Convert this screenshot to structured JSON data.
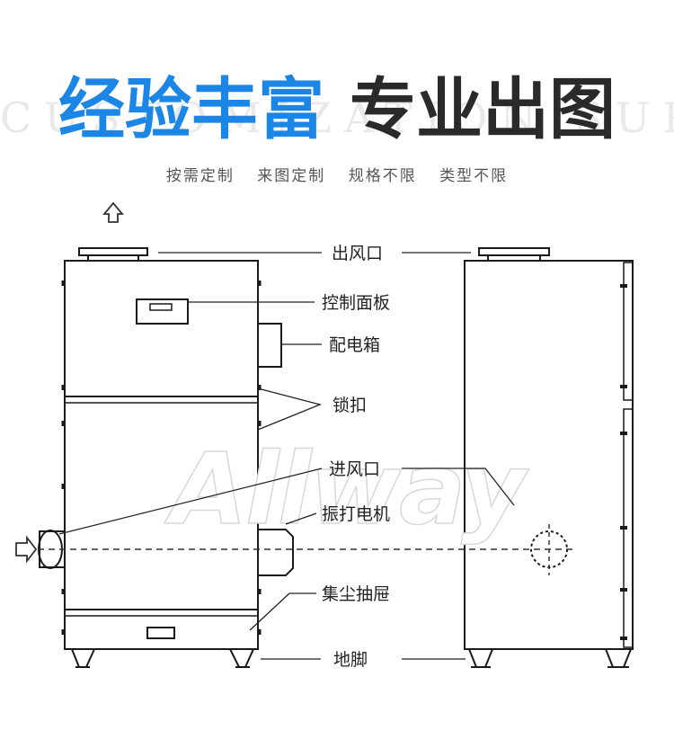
{
  "background_letters": "CUSTOMIZATION SUPPORT",
  "title": {
    "part1": "经验丰富",
    "part2": "专业出图",
    "part1_color": "#1c86e6",
    "part2_color": "#2a2a2a"
  },
  "subtitle": [
    "按需定制",
    "来图定制",
    "规格不限",
    "类型不限"
  ],
  "labels": {
    "outlet": "出风口",
    "control_panel": "控制面板",
    "distribution_box": "配电箱",
    "lock": "锁扣",
    "inlet": "进风口",
    "vibration_motor": "振打电机",
    "dust_drawer": "集尘抽屉",
    "foot": "地脚"
  },
  "watermark": "Allway",
  "icons": [
    "up-arrow-icon",
    "right-arrow-icon"
  ]
}
